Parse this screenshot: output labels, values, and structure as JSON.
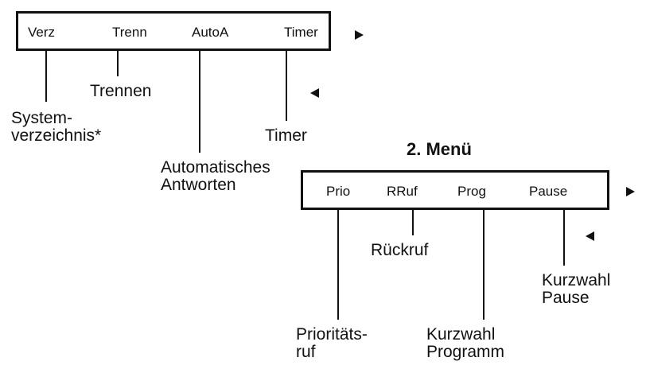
{
  "menu1": {
    "keys": [
      "Verz",
      "Trenn",
      "AutoA",
      "Timer"
    ],
    "labels": {
      "trennen": "Trennen",
      "system_line1": "System-",
      "system_line2": "verzeichnis*",
      "auto_line1": "Automatisches",
      "auto_line2": "Antworten",
      "timer": "Timer"
    }
  },
  "menu2": {
    "title": "2. Menü",
    "keys": [
      "Prio",
      "RRuf",
      "Prog",
      "Pause"
    ],
    "labels": {
      "rueckruf": "Rückruf",
      "prio_line1": "Prioritäts-",
      "prio_line2": "ruf",
      "prog_line1": "Kurzwahl",
      "prog_line2": "Programm",
      "pause_line1": "Kurzwahl",
      "pause_line2": "Pause"
    }
  },
  "icons": {
    "next": "right-triangle-icon",
    "prev": "left-triangle-icon"
  }
}
